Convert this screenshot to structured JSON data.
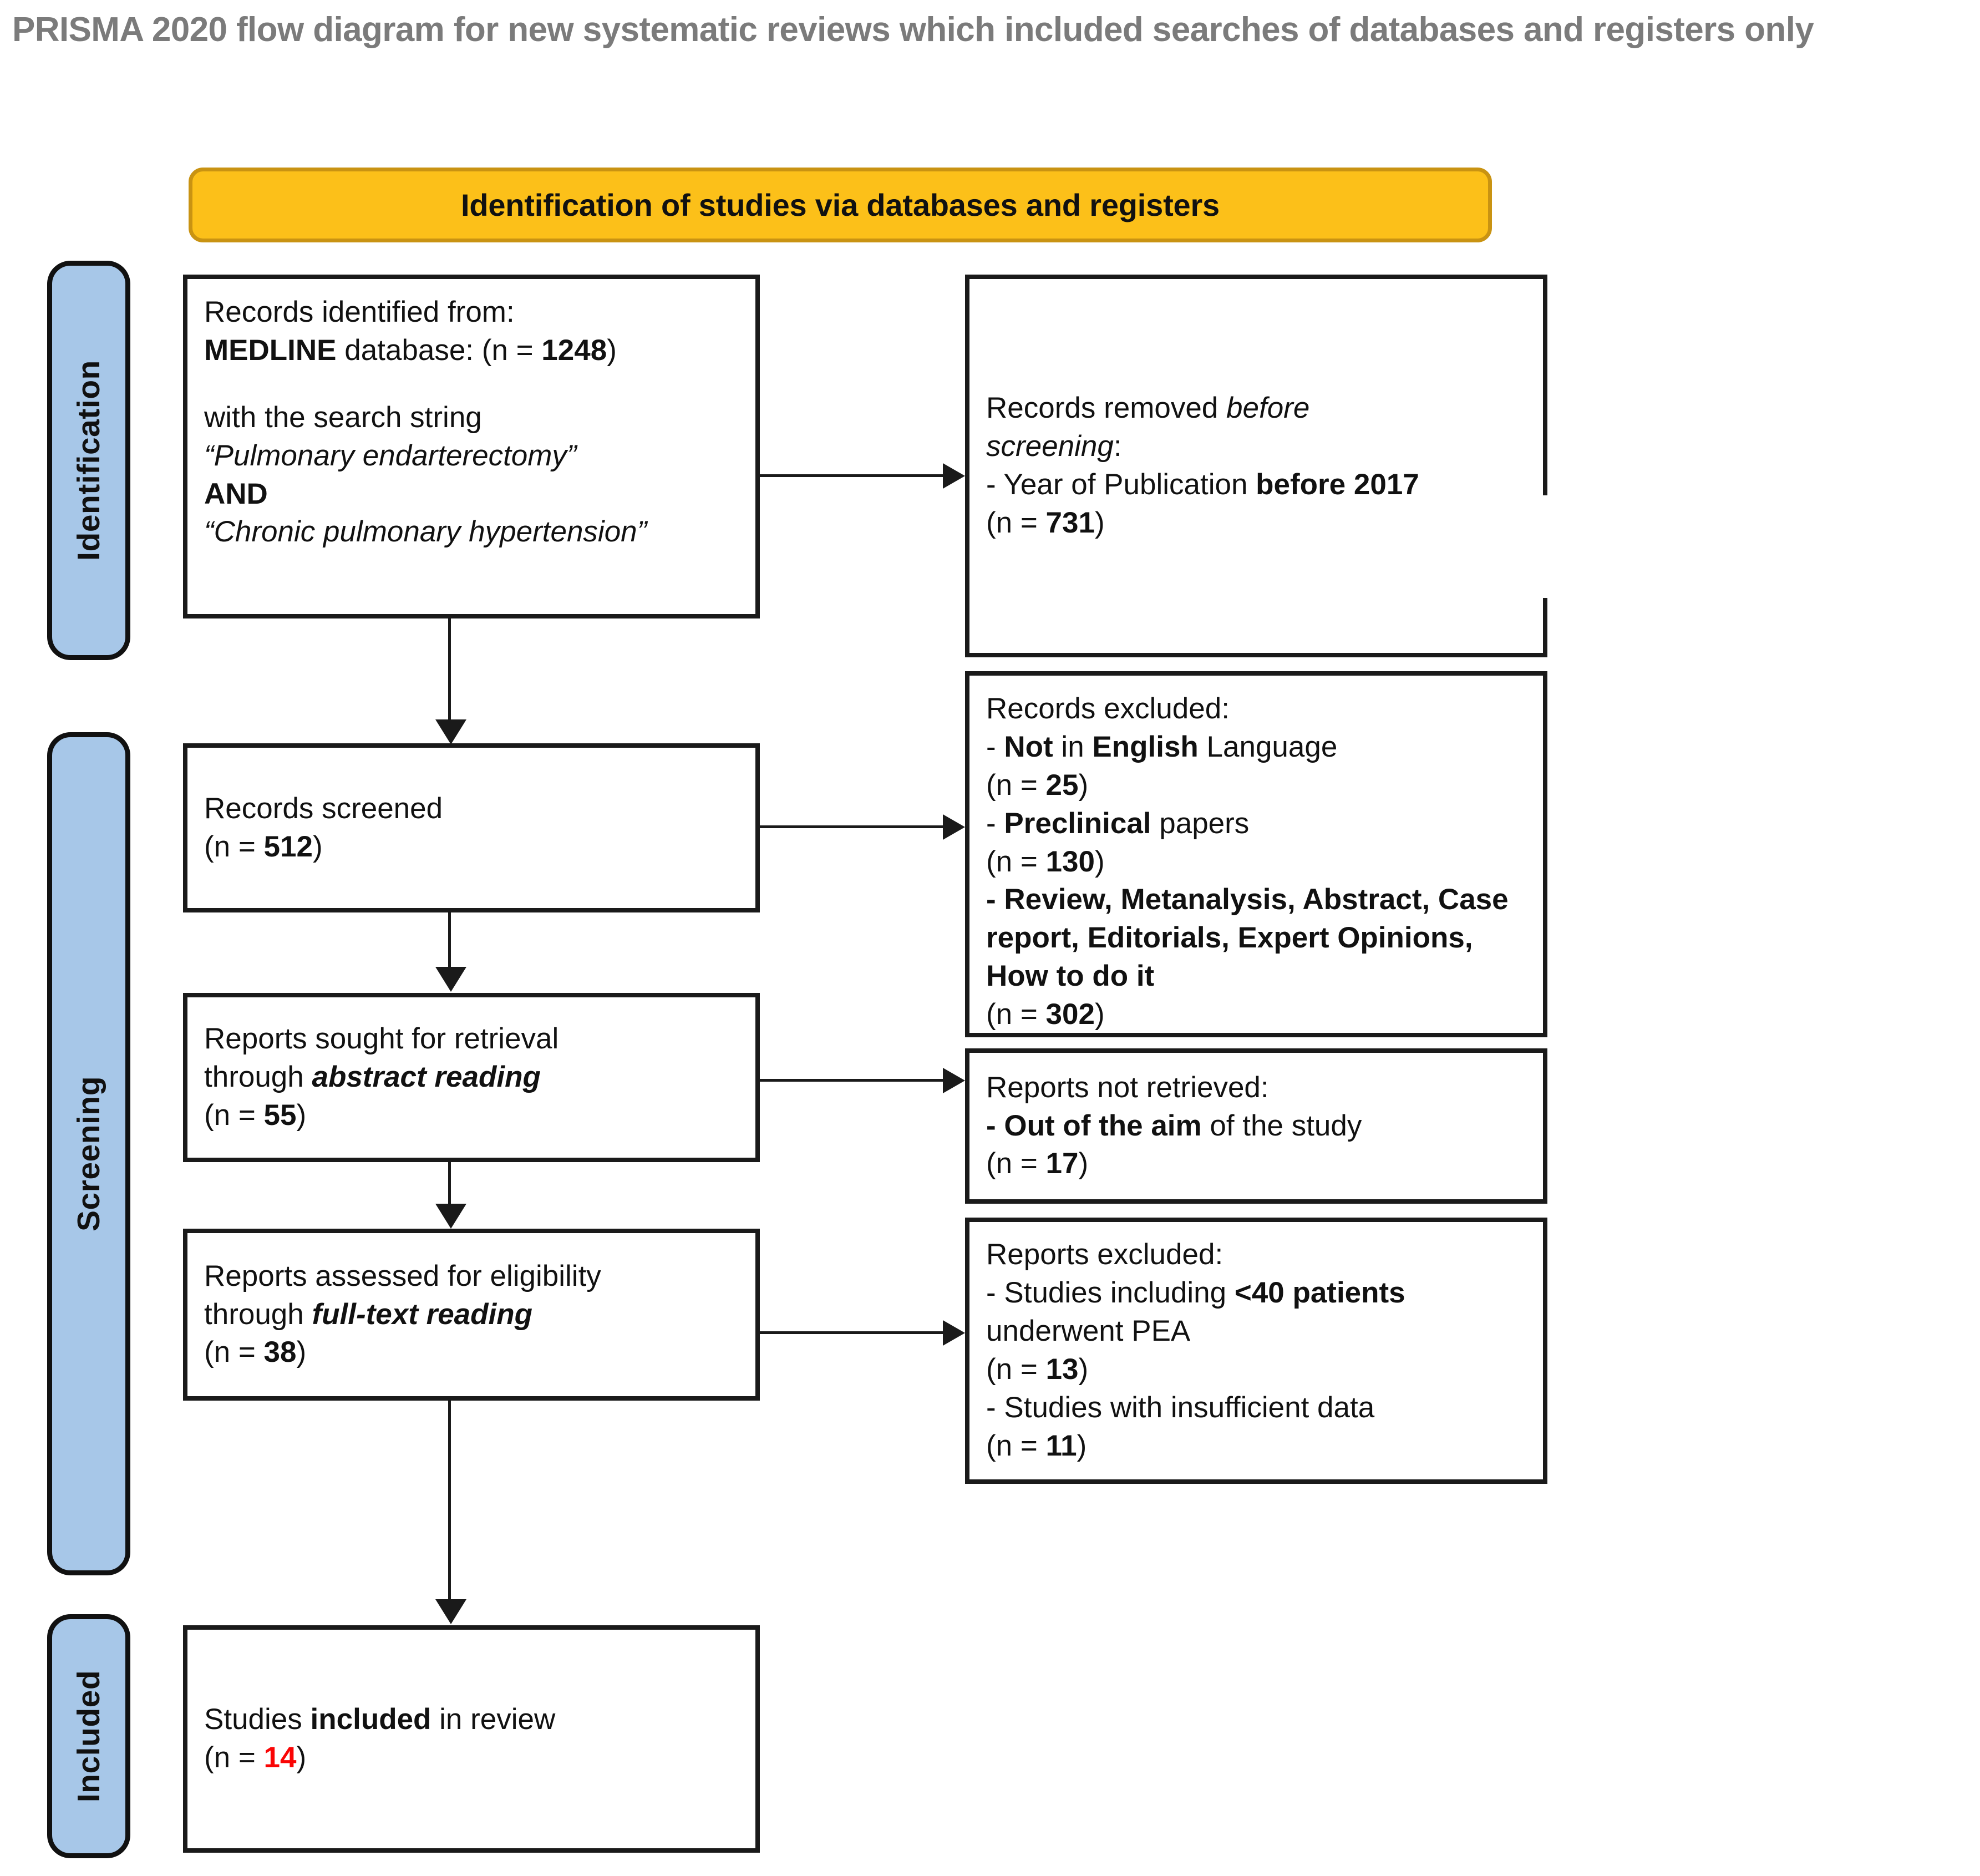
{
  "document": {
    "title": "PRISMA 2020 flow diagram for new systematic reviews which included searches of databases and registers only"
  },
  "banner": {
    "label": "Identification of studies via databases and registers",
    "fill_color": "#fcc019",
    "border_color": "#c99312"
  },
  "stages": [
    {
      "label": "Identification",
      "fill_color": "#a7c7e8"
    },
    {
      "label": "Screening",
      "fill_color": "#a7c7e8"
    },
    {
      "label": "Included",
      "fill_color": "#a7c7e8"
    }
  ],
  "flow": {
    "identified": {
      "line1": "Records identified from:",
      "line2_bold": "MEDLINE",
      "line2_rest": " database: (n = ",
      "line2_count": "1248",
      "line2_close": ")",
      "line3": "with the search string",
      "line4_term1": "“Pulmonary endarterectomy”",
      "line5_and": "AND",
      "line6_term2": "“Chronic pulmonary hypertension”"
    },
    "removed_before_screening": {
      "line1_plain": "Records removed ",
      "line1_italic": "before",
      "line2_italic": "screening",
      "line2_colon": ":",
      "line3_pre": "- Year of Publication ",
      "line3_bold": "before 2017",
      "line4_open": "(n = ",
      "line4_count": "731",
      "line4_close": ")"
    },
    "records_screened": {
      "line1": "Records screened",
      "line2_open": "(n = ",
      "line2_count": "512",
      "line2_close": ")"
    },
    "records_excluded": {
      "heading": "Records excluded:",
      "items": [
        {
          "dash": "- ",
          "bold1": "Not",
          "mid": " in ",
          "bold2": "English",
          "tail": " Language",
          "n_open": "(n = ",
          "n_value": "25",
          "n_close": ")"
        },
        {
          "dash": "- ",
          "bold1": "Preclinical",
          "mid": " papers",
          "bold2": "",
          "tail": "",
          "n_open": "(n = ",
          "n_value": "130",
          "n_close": ")"
        },
        {
          "dash": "- ",
          "bold1": "Review, Metanalysis, Abstract, Case report, Editorials, Expert Opinions, How to do it",
          "mid": "",
          "bold2": "",
          "tail": "",
          "n_open": "(n = ",
          "n_value": "302",
          "n_close": ")"
        }
      ]
    },
    "reports_sought": {
      "line1": "Reports sought for retrieval",
      "line2_pre": "through ",
      "line2_bolditalic": "abstract reading",
      "line3_open": "(n = ",
      "line3_count": "55",
      "line3_close": ")"
    },
    "reports_not_retrieved": {
      "heading": "Reports not retrieved:",
      "line2_dash": "- ",
      "line2_bold": "Out of the aim",
      "line2_tail": " of the study",
      "line3_open": "(n = ",
      "line3_count": "17",
      "line3_close": ")"
    },
    "reports_assessed": {
      "line1": "Reports assessed for eligibility",
      "line2_pre": "through ",
      "line2_bolditalic": "full-text reading",
      "line3_open": "(n = ",
      "line3_count": "38",
      "line3_close": ")"
    },
    "reports_excluded": {
      "heading": "Reports excluded:",
      "item1_dash": "- ",
      "item1_pre": "Studies including ",
      "item1_bold": "<40 patients",
      "item1_tail": " underwent PEA",
      "item1_n_open": "(n = ",
      "item1_n_value": "13",
      "item1_n_close": ")",
      "item2_dash": "- ",
      "item2_text": "Studies with insufficient data",
      "item2_n_open": "(n = ",
      "item2_n_value": "11",
      "item2_n_close": ")"
    },
    "studies_included": {
      "line1_pre": "Studies ",
      "line1_bold": "included",
      "line1_tail": " in review",
      "line2_open": "(n = ",
      "line2_count": "14",
      "line2_close": ")",
      "count_color": "#fa0505"
    }
  }
}
